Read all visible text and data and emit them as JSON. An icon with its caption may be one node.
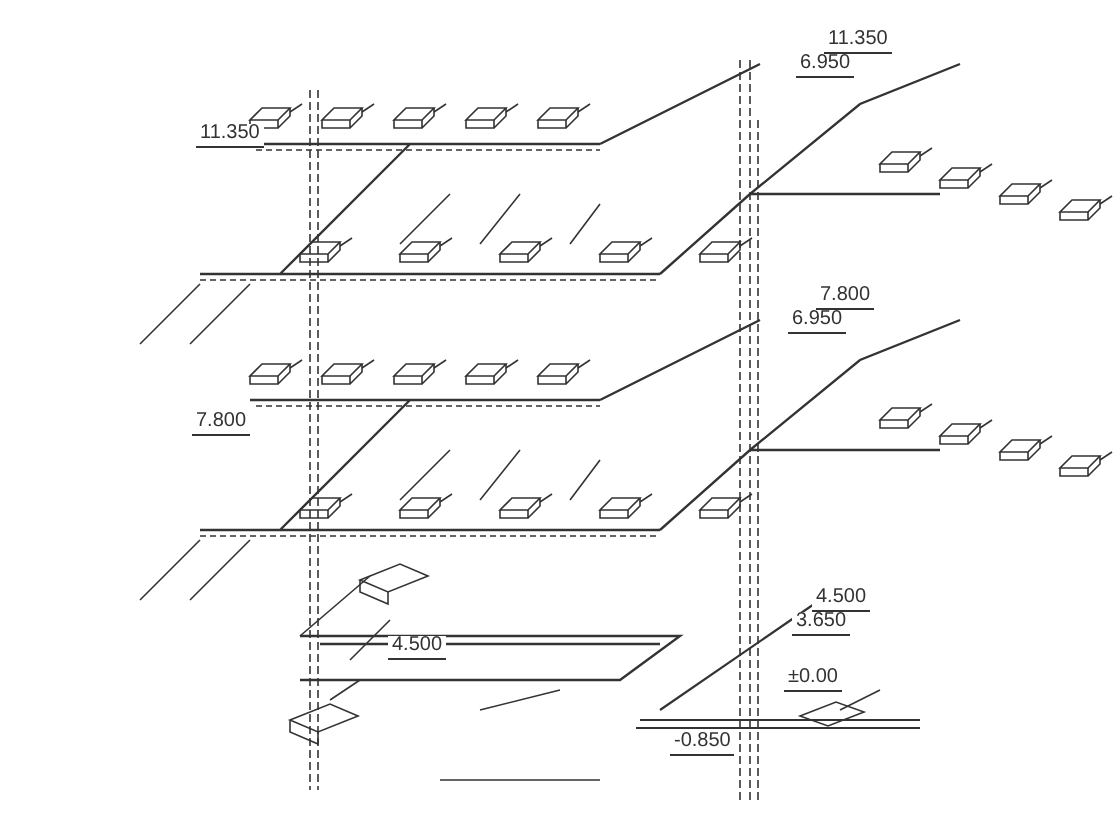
{
  "diagram": {
    "labels": [
      "11.350",
      "11.350",
      "6.950",
      "7.800",
      "6.950",
      "7.800",
      "4.500",
      "4.500",
      "3.650",
      "±0.00",
      "-0.850"
    ]
  }
}
